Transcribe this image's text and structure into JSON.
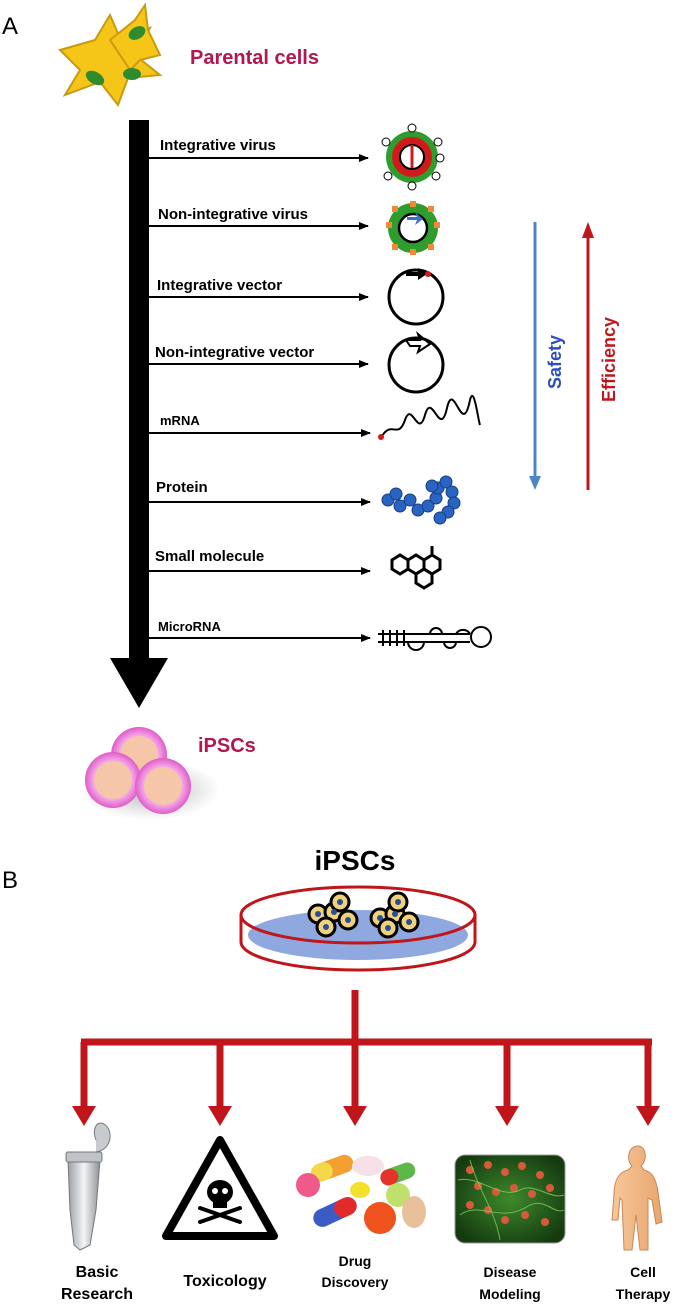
{
  "panel_a": {
    "label": "A",
    "parental_label": "Parental cells",
    "ipscs_label": "iPSCs",
    "methods": [
      {
        "label": "Integrative virus",
        "icon": "integrative-virus-icon"
      },
      {
        "label": "Non-integrative virus",
        "icon": "non-integrative-virus-icon"
      },
      {
        "label": "Integrative vector",
        "icon": "integrative-vector-icon"
      },
      {
        "label": "Non-integrative vector",
        "icon": "non-integrative-vector-icon"
      },
      {
        "label": "mRNA",
        "icon": "mrna-icon"
      },
      {
        "label": "Protein",
        "icon": "protein-icon"
      },
      {
        "label": "Small molecule",
        "icon": "small-molecule-icon"
      },
      {
        "label": "MicroRNA",
        "icon": "microrna-icon"
      }
    ],
    "safety_label": "Safety",
    "efficiency_label": "Efficiency",
    "colors": {
      "accent": "#b5164f",
      "safety": "#2f6fba",
      "efficiency": "#c0151b"
    }
  },
  "panel_b": {
    "label": "B",
    "title": "iPSCs",
    "applications": [
      {
        "line1": "Basic",
        "line2": "Research",
        "icon": "microtube-icon"
      },
      {
        "line1": "Toxicology",
        "line2": "",
        "icon": "skull-warning-icon"
      },
      {
        "line1": "Drug",
        "line2": "Discovery",
        "icon": "pills-icon"
      },
      {
        "line1": "Disease",
        "line2": "Modeling",
        "icon": "fluorescent-cells-icon"
      },
      {
        "line1": "Cell",
        "line2": "Therapy",
        "icon": "human-figure-icon"
      }
    ],
    "colors": {
      "tree": "#c0151b",
      "dish": "#c0151b",
      "medium": "#8fa8e0"
    }
  }
}
